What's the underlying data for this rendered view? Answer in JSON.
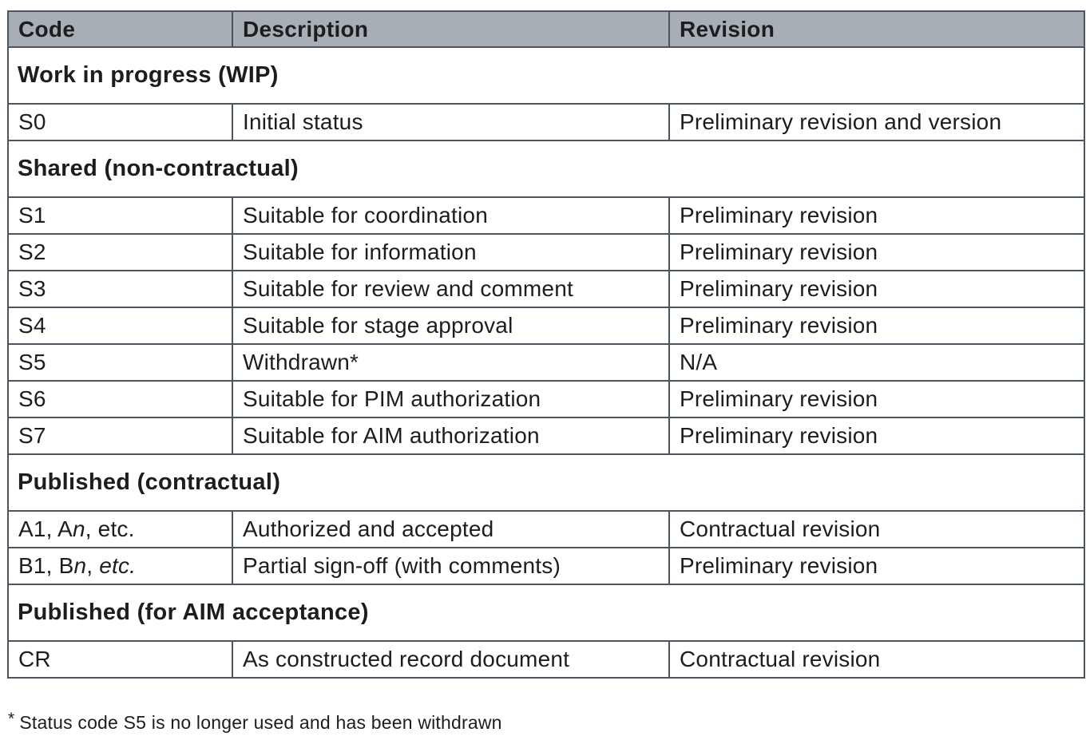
{
  "colors": {
    "header_bg": "#a8aeb5",
    "border": "#4c555f",
    "text": "#1d1d20",
    "page_bg": "#ffffff"
  },
  "table": {
    "columns": [
      {
        "label": "Code"
      },
      {
        "label": "Description"
      },
      {
        "label": "Revision"
      }
    ],
    "sections": [
      {
        "title": "Work in progress (WIP)",
        "rows": [
          {
            "code": [
              {
                "text": "S0",
                "italic": false
              }
            ],
            "description": "Initial status",
            "revision": "Preliminary revision and version"
          }
        ]
      },
      {
        "title": "Shared (non-contractual)",
        "rows": [
          {
            "code": [
              {
                "text": "S1",
                "italic": false
              }
            ],
            "description": "Suitable for coordination",
            "revision": "Preliminary revision"
          },
          {
            "code": [
              {
                "text": "S2",
                "italic": false
              }
            ],
            "description": "Suitable for information",
            "revision": "Preliminary revision"
          },
          {
            "code": [
              {
                "text": "S3",
                "italic": false
              }
            ],
            "description": "Suitable for review and comment",
            "revision": "Preliminary revision"
          },
          {
            "code": [
              {
                "text": "S4",
                "italic": false
              }
            ],
            "description": "Suitable for stage approval",
            "revision": "Preliminary revision"
          },
          {
            "code": [
              {
                "text": "S5",
                "italic": false
              }
            ],
            "description": "Withdrawn*",
            "revision": "N/A"
          },
          {
            "code": [
              {
                "text": "S6",
                "italic": false
              }
            ],
            "description": "Suitable for PIM authorization",
            "revision": "Preliminary revision"
          },
          {
            "code": [
              {
                "text": "S7",
                "italic": false
              }
            ],
            "description": "Suitable for AIM authorization",
            "revision": "Preliminary revision"
          }
        ]
      },
      {
        "title": "Published (contractual)",
        "rows": [
          {
            "code": [
              {
                "text": "A1, A",
                "italic": false
              },
              {
                "text": "n",
                "italic": true
              },
              {
                "text": ", etc.",
                "italic": false
              }
            ],
            "description": "Authorized and accepted",
            "revision": "Contractual revision"
          },
          {
            "code": [
              {
                "text": "B1, B",
                "italic": false
              },
              {
                "text": "n",
                "italic": true
              },
              {
                "text": ", ",
                "italic": false
              },
              {
                "text": "etc.",
                "italic": true
              }
            ],
            "description": "Partial sign-off (with comments)",
            "revision": "Preliminary revision"
          }
        ]
      },
      {
        "title": "Published (for AIM acceptance)",
        "rows": [
          {
            "code": [
              {
                "text": "CR",
                "italic": false
              }
            ],
            "description": "As constructed record document",
            "revision": "Contractual revision"
          }
        ]
      }
    ]
  },
  "footnote": {
    "marker": "*",
    "text": "Status code S5 is no longer used and has been withdrawn"
  }
}
